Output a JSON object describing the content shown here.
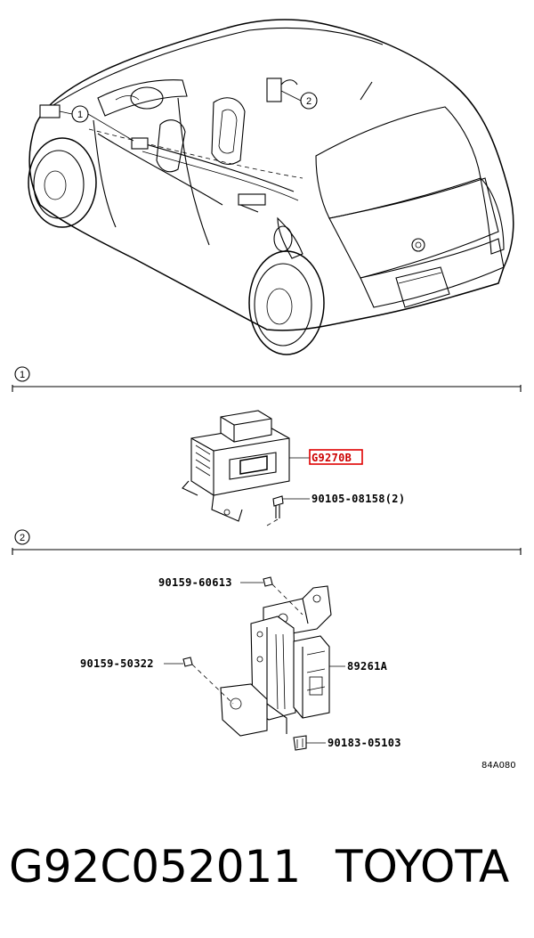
{
  "diagram": {
    "section_1": {
      "number": "1",
      "callouts": [
        {
          "id": "module",
          "text": "G9270B",
          "highlighted": true
        },
        {
          "id": "screw",
          "text": "90105-08158(2)",
          "highlighted": false
        }
      ]
    },
    "section_2": {
      "number": "2",
      "callouts": [
        {
          "id": "nut-top",
          "text": "90159-60613"
        },
        {
          "id": "nut-left",
          "text": "90159-50322"
        },
        {
          "id": "bracket",
          "text": "89261A"
        },
        {
          "id": "clip",
          "text": "90183-05103"
        }
      ]
    },
    "car_callouts": [
      "1",
      "2"
    ],
    "drawing_code": "84A080",
    "highlight_color": "#e00000"
  },
  "caption": {
    "part_number": "G92C052011",
    "brand": "TOYOTA"
  }
}
